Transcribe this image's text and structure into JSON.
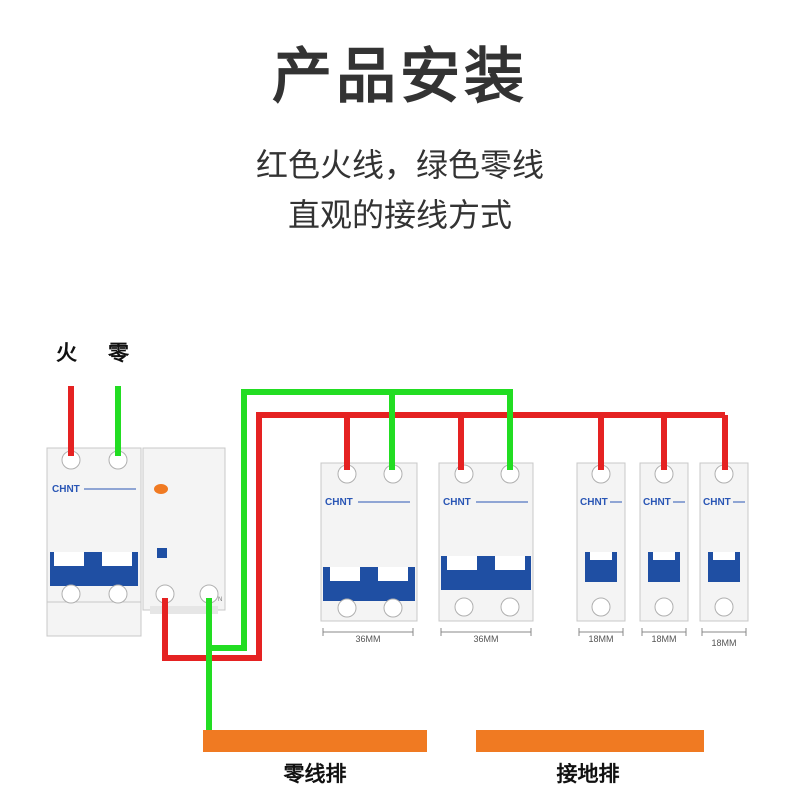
{
  "header": {
    "title": "产品安装",
    "subtitle_line1": "红色火线，绿色零线",
    "subtitle_line2": "直观的接线方式"
  },
  "labels": {
    "live": "火",
    "neutral": "零",
    "neutral_bar": "零线排",
    "ground_bar": "接地排",
    "n_mark": "N"
  },
  "breakers": {
    "brand": "CHNT",
    "widths": [
      "36MM",
      "36MM",
      "18MM",
      "18MM",
      "18MM"
    ]
  },
  "colors": {
    "live_wire": "#e52222",
    "neutral_wire": "#22dd22",
    "handle": "#1f4fa3",
    "indicator": "#f07a22",
    "busbar": "#f07a22",
    "body": "#f4f4f4"
  }
}
